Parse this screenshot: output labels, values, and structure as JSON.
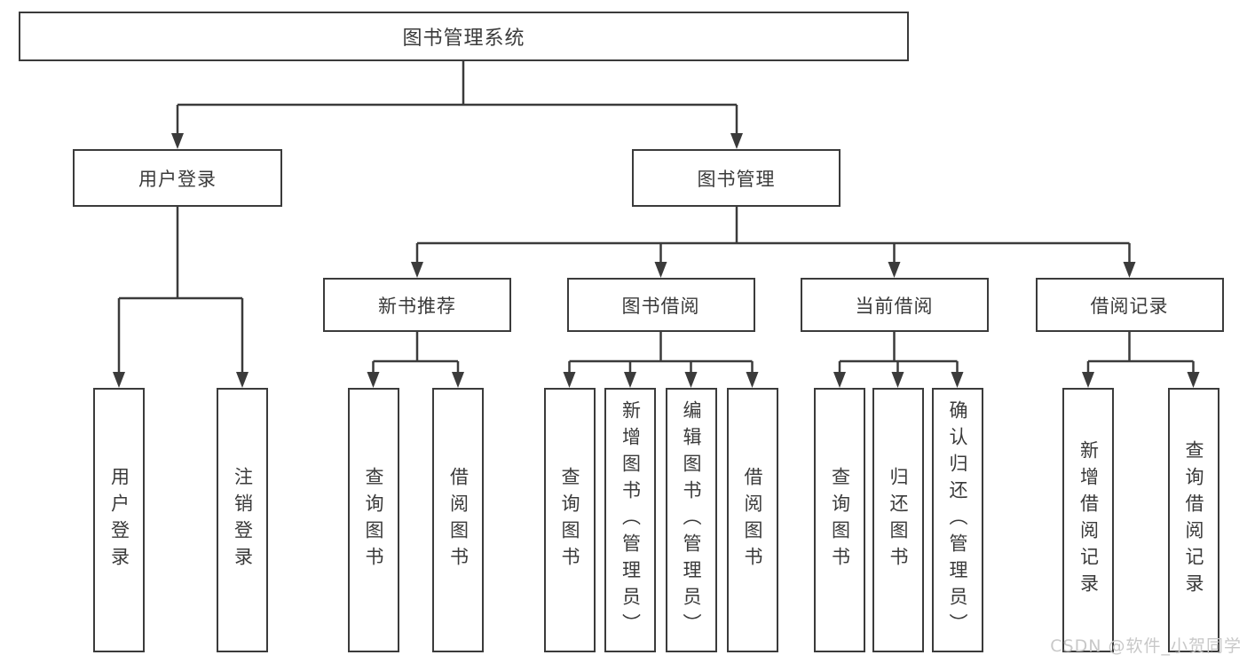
{
  "tree": {
    "root": "图书管理系统",
    "branches": [
      {
        "label": "用户登录",
        "children": [
          "用户登录",
          "注销登录"
        ]
      },
      {
        "label": "图书管理",
        "groups": [
          {
            "label": "新书推荐",
            "children": [
              "查询图书",
              "借阅图书"
            ]
          },
          {
            "label": "图书借阅",
            "children": [
              "查询图书",
              "新增图书（管理员）",
              "编辑图书（管理员）",
              "借阅图书"
            ]
          },
          {
            "label": "当前借阅",
            "children": [
              "查询图书",
              "归还图书",
              "确认归还（管理员）"
            ]
          },
          {
            "label": "借阅记录",
            "children": [
              "新增借阅记录",
              "查询借阅记录"
            ]
          }
        ]
      }
    ]
  },
  "colors": {
    "line": "#3b3b3b",
    "text": "#3a3a3a",
    "box_fill": "#ffffff",
    "watermark": "#c8c8c8"
  },
  "watermark": "CSDN @软件_小贺同学"
}
